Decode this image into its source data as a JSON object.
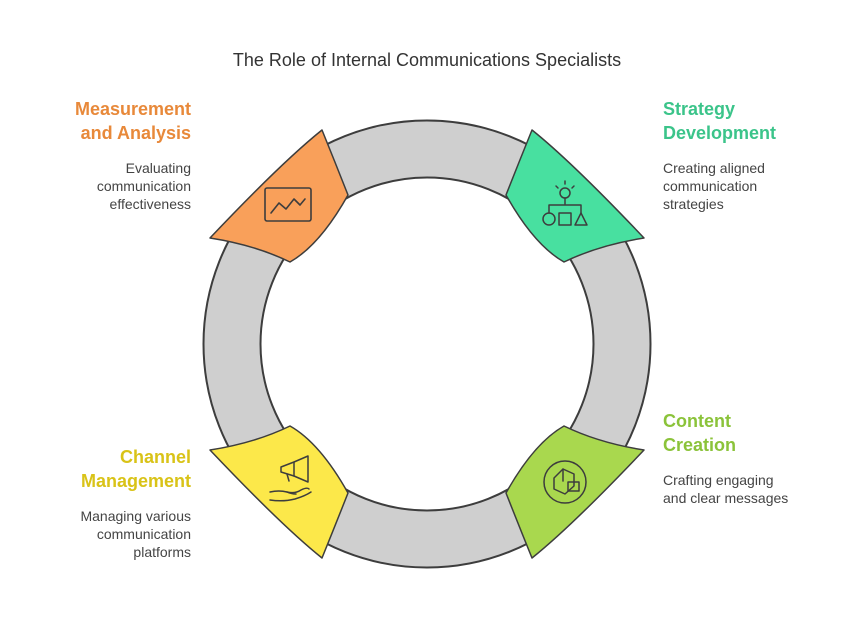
{
  "title": "The Role of Internal Communications Specialists",
  "colors": {
    "ring": "#CFCFCF",
    "outline": "#3D3D3D",
    "measurement": "#F9A05A",
    "strategy": "#48E0A0",
    "content": "#A9D84E",
    "channel": "#FCE84A"
  },
  "stages": {
    "measurement": {
      "heading_line1": "Measurement",
      "heading_line2": "and Analysis",
      "desc_line1": "Evaluating",
      "desc_line2": "communication",
      "desc_line3": "effectiveness",
      "icon": "line-chart-icon"
    },
    "strategy": {
      "heading_line1": "Strategy",
      "heading_line2": "Development",
      "desc_line1": "Creating aligned",
      "desc_line2": "communication",
      "desc_line3": "strategies",
      "icon": "strategy-flowchart-icon"
    },
    "content": {
      "heading_line1": "Content",
      "heading_line2": "Creation",
      "desc_line1": "Crafting engaging",
      "desc_line2": "and clear messages",
      "icon": "content-blocks-icon"
    },
    "channel": {
      "heading_line1": "Channel",
      "heading_line2": "Management",
      "desc_line1": "Managing various",
      "desc_line2": "communication",
      "desc_line3": "platforms",
      "icon": "megaphone-hand-icon"
    }
  }
}
